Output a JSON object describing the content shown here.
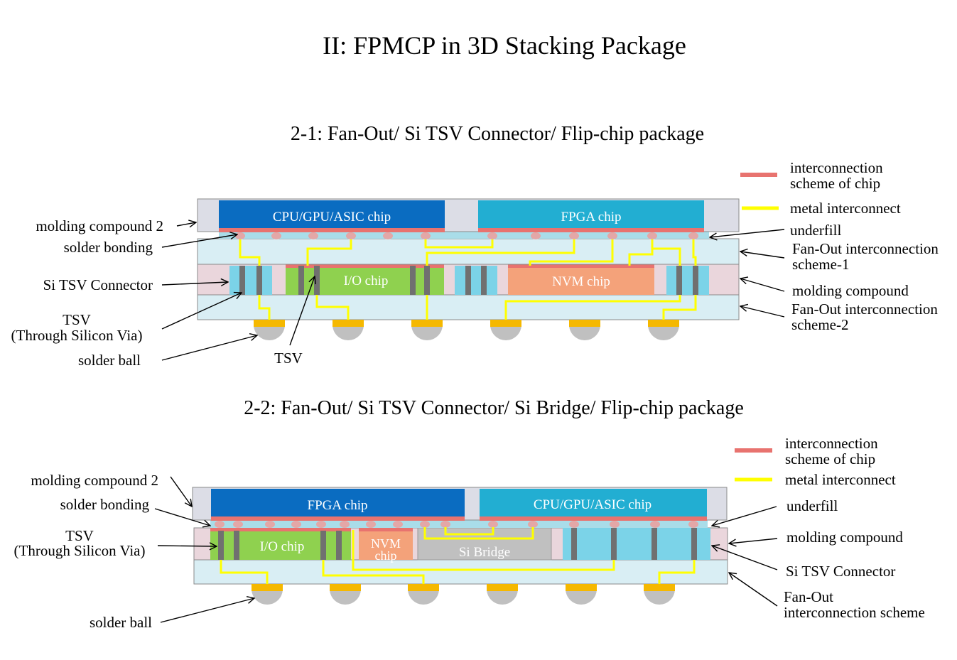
{
  "title": "II: FPMCP in 3D Stacking Package",
  "colors": {
    "interconnect_scheme": "#e8736f",
    "metal_interconnect": "#ffff00",
    "cpu_chip": "#0a6cc1",
    "fpga_chip": "#22aed2",
    "io_chip": "#8fd14f",
    "nvm_chip": "#f4a27a",
    "si_bridge": "#c0c0c0",
    "tsv_connector": "#7bd3e8",
    "tsv": "#707070",
    "molding_compound": "#ead6dc",
    "molding_compound_2": "#dcdde6",
    "fanout_layer": "#d9eef4",
    "underfill": "#a9dde9",
    "solder_ball": "#c0c0c0",
    "solder_pad": "#f5b800",
    "solder_bump": "#e3a7a7"
  },
  "d1": {
    "title": "2-1: Fan-Out/ Si TSV Connector/ Flip-chip package",
    "chips": {
      "cpu": "CPU/GPU/ASIC chip",
      "fpga": "FPGA chip",
      "io": "I/O chip",
      "nvm": "NVM chip"
    },
    "left_labels": {
      "molding_compound_2": "molding compound 2",
      "solder_bonding": "solder bonding",
      "si_tsv_connector": "Si TSV Connector",
      "tsv_line1": "TSV",
      "tsv_line2": "(Through Silicon Via)",
      "solder_ball": "solder ball",
      "tsv_bottom": "TSV"
    },
    "legend": {
      "interconnect_line1": "interconnection",
      "interconnect_line2": "scheme of chip",
      "metal": "metal interconnect"
    },
    "right_labels": {
      "underfill": "underfill",
      "fanout1_line1": "Fan-Out interconnection",
      "fanout1_line2": "scheme-1",
      "molding_compound": "molding compound",
      "fanout2_line1": "Fan-Out interconnection",
      "fanout2_line2": "scheme-2"
    }
  },
  "d2": {
    "title": "2-2: Fan-Out/ Si TSV Connector/ Si Bridge/ Flip-chip package",
    "chips": {
      "fpga": "FPGA chip",
      "cpu": "CPU/GPU/ASIC chip",
      "io": "I/O chip",
      "nvm_line1": "NVM",
      "nvm_line2": "chip",
      "bridge": "Si Bridge"
    },
    "left_labels": {
      "molding_compound_2": "molding compound 2",
      "solder_bonding": "solder bonding",
      "tsv_line1": "TSV",
      "tsv_line2": "(Through Silicon Via)",
      "solder_ball": "solder ball"
    },
    "legend": {
      "interconnect_line1": "interconnection",
      "interconnect_line2": "scheme of chip",
      "metal": "metal interconnect"
    },
    "right_labels": {
      "underfill": "underfill",
      "molding_compound": "molding compound",
      "si_tsv_connector": "Si TSV Connector",
      "fanout_line1": "Fan-Out",
      "fanout_line2": "interconnection scheme"
    }
  }
}
